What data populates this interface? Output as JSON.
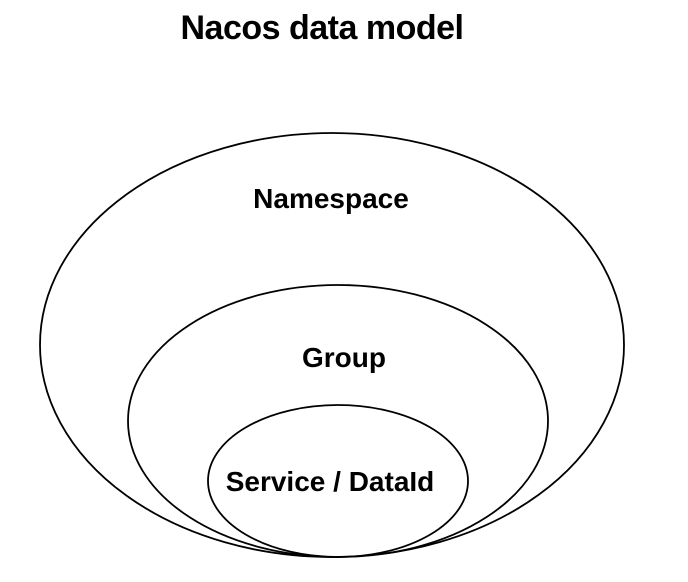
{
  "diagram": {
    "title": "Nacos data model",
    "type": "nested-ellipses",
    "colors": {
      "background": "#ffffff",
      "stroke": "#000000",
      "text": "#000000"
    },
    "levels": [
      {
        "label": "Namespace",
        "order": 1
      },
      {
        "label": "Group",
        "order": 2
      },
      {
        "label": "Service / DataId",
        "order": 3
      }
    ]
  }
}
